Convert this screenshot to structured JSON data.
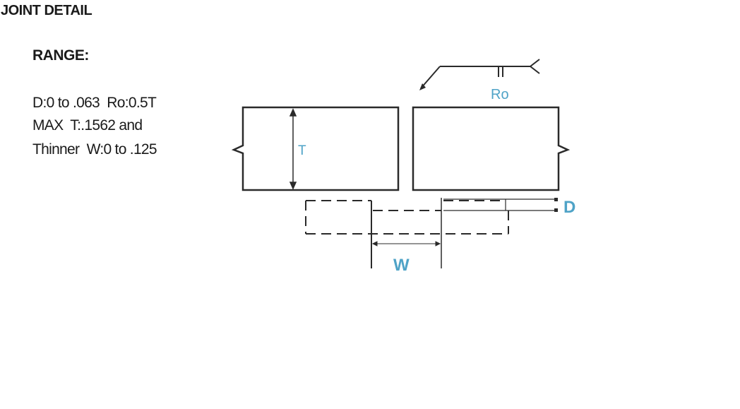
{
  "title": "JOINT DETAIL",
  "range": {
    "heading": "RANGE:",
    "lines": [
      "D:0 to .063  Ro:0.5T",
      "MAX  T:.1562 and",
      "Thinner  W:0 to .125"
    ]
  },
  "diagram": {
    "labels": {
      "ro": "Ro",
      "t": "T",
      "d": "D",
      "w": "W"
    },
    "colors": {
      "line": "#2a2a2a",
      "label": "#4fa3c7"
    }
  }
}
